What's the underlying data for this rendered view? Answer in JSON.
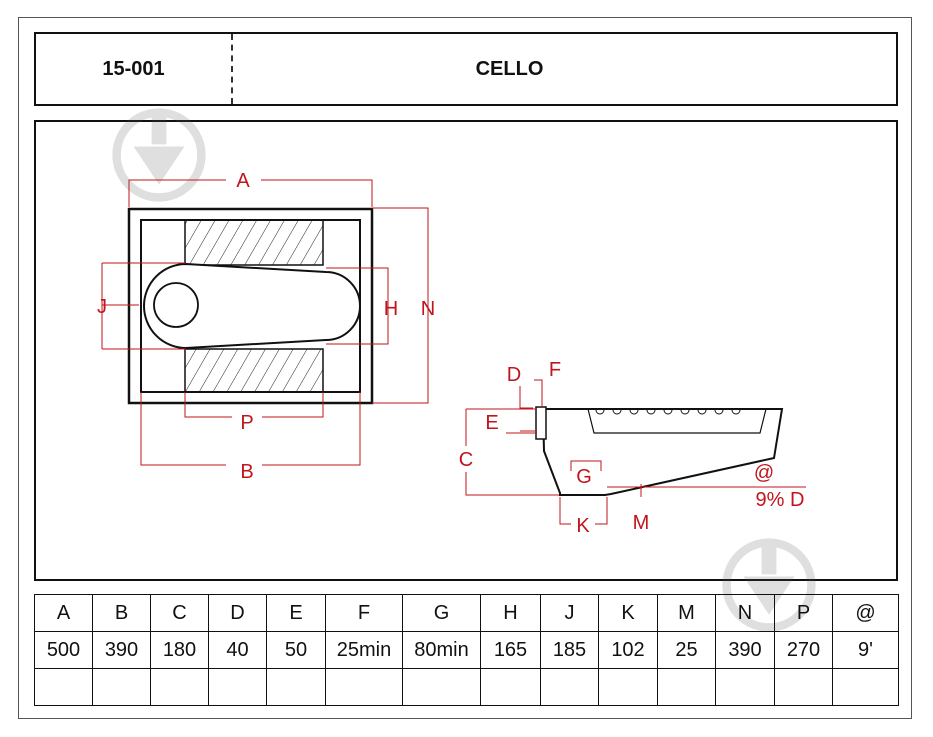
{
  "header": {
    "code": "15-001",
    "name": "CELLO"
  },
  "drawing": {
    "labels": {
      "A": "A",
      "B": "B",
      "C": "C",
      "D": "D",
      "E": "E",
      "F": "F",
      "G": "G",
      "H": "H",
      "J": "J",
      "K": "K",
      "M": "M",
      "N": "N",
      "P": "P",
      "at": "@",
      "slope": "9% D"
    },
    "dimension_color": "#c0151c"
  },
  "table": {
    "headers": [
      "A",
      "B",
      "C",
      "D",
      "E",
      "F",
      "G",
      "H",
      "J",
      "K",
      "M",
      "N",
      "P",
      "@"
    ],
    "values": [
      "500",
      "390",
      "180",
      "40",
      "50",
      "25min",
      "80min",
      "165",
      "185",
      "102",
      "25",
      "390",
      "270",
      "9'"
    ]
  },
  "watermark_icon": "download-arrow-icon"
}
